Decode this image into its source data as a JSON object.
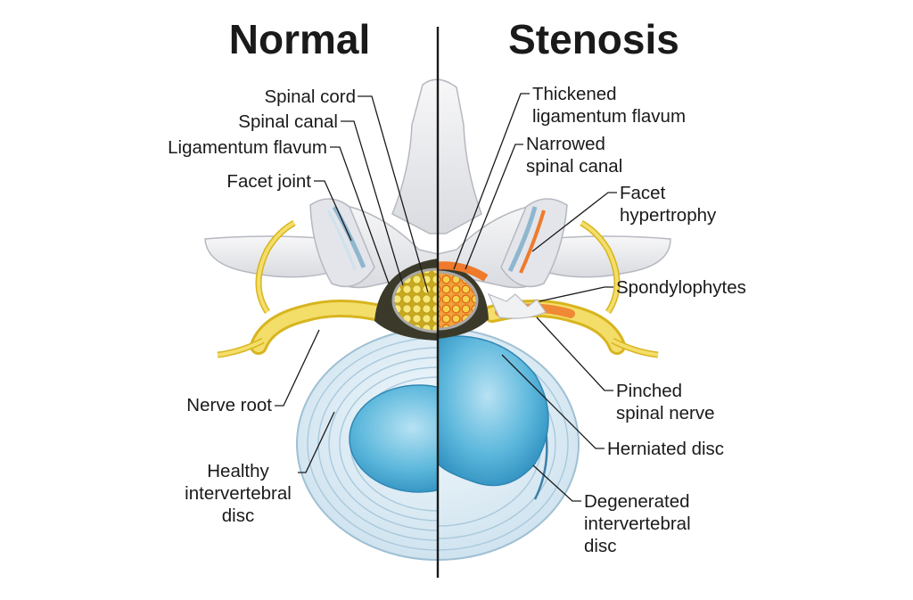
{
  "titles": {
    "left": "Normal",
    "right": "Stenosis"
  },
  "labels_normal": {
    "spinal_cord": "Spinal cord",
    "spinal_canal": "Spinal canal",
    "ligamentum_flavum": "Ligamentum flavum",
    "facet_joint": "Facet joint",
    "nerve_root": "Nerve root",
    "healthy_disc": [
      "Healthy",
      "intervertebral",
      "disc"
    ]
  },
  "labels_stenosis": {
    "thickened_ligamentum": [
      "Thickened",
      "ligamentum flavum"
    ],
    "narrowed_canal": [
      "Narrowed",
      "spinal canal"
    ],
    "facet_hypertrophy": [
      "Facet",
      "hypertrophy"
    ],
    "spondylophytes": "Spondylophytes",
    "pinched_nerve": [
      "Pinched",
      "spinal nerve"
    ],
    "herniated_disc": "Herniated disc",
    "degenerated_disc": [
      "Degenerated",
      "intervertebral",
      "disc"
    ]
  },
  "colors": {
    "bone": "#ecedef",
    "bone_shadow": "#c9ccd3",
    "disc_outer": "#dcecf5",
    "disc_ring": "#a9c9dc",
    "nucleus": "#4fb0d6",
    "nerve": "#f2d95a",
    "nerve_dark": "#d8b520",
    "ligament": "#3b3a2a",
    "inflamed": "#ef7a2c",
    "divider": "#1a1a1a"
  }
}
